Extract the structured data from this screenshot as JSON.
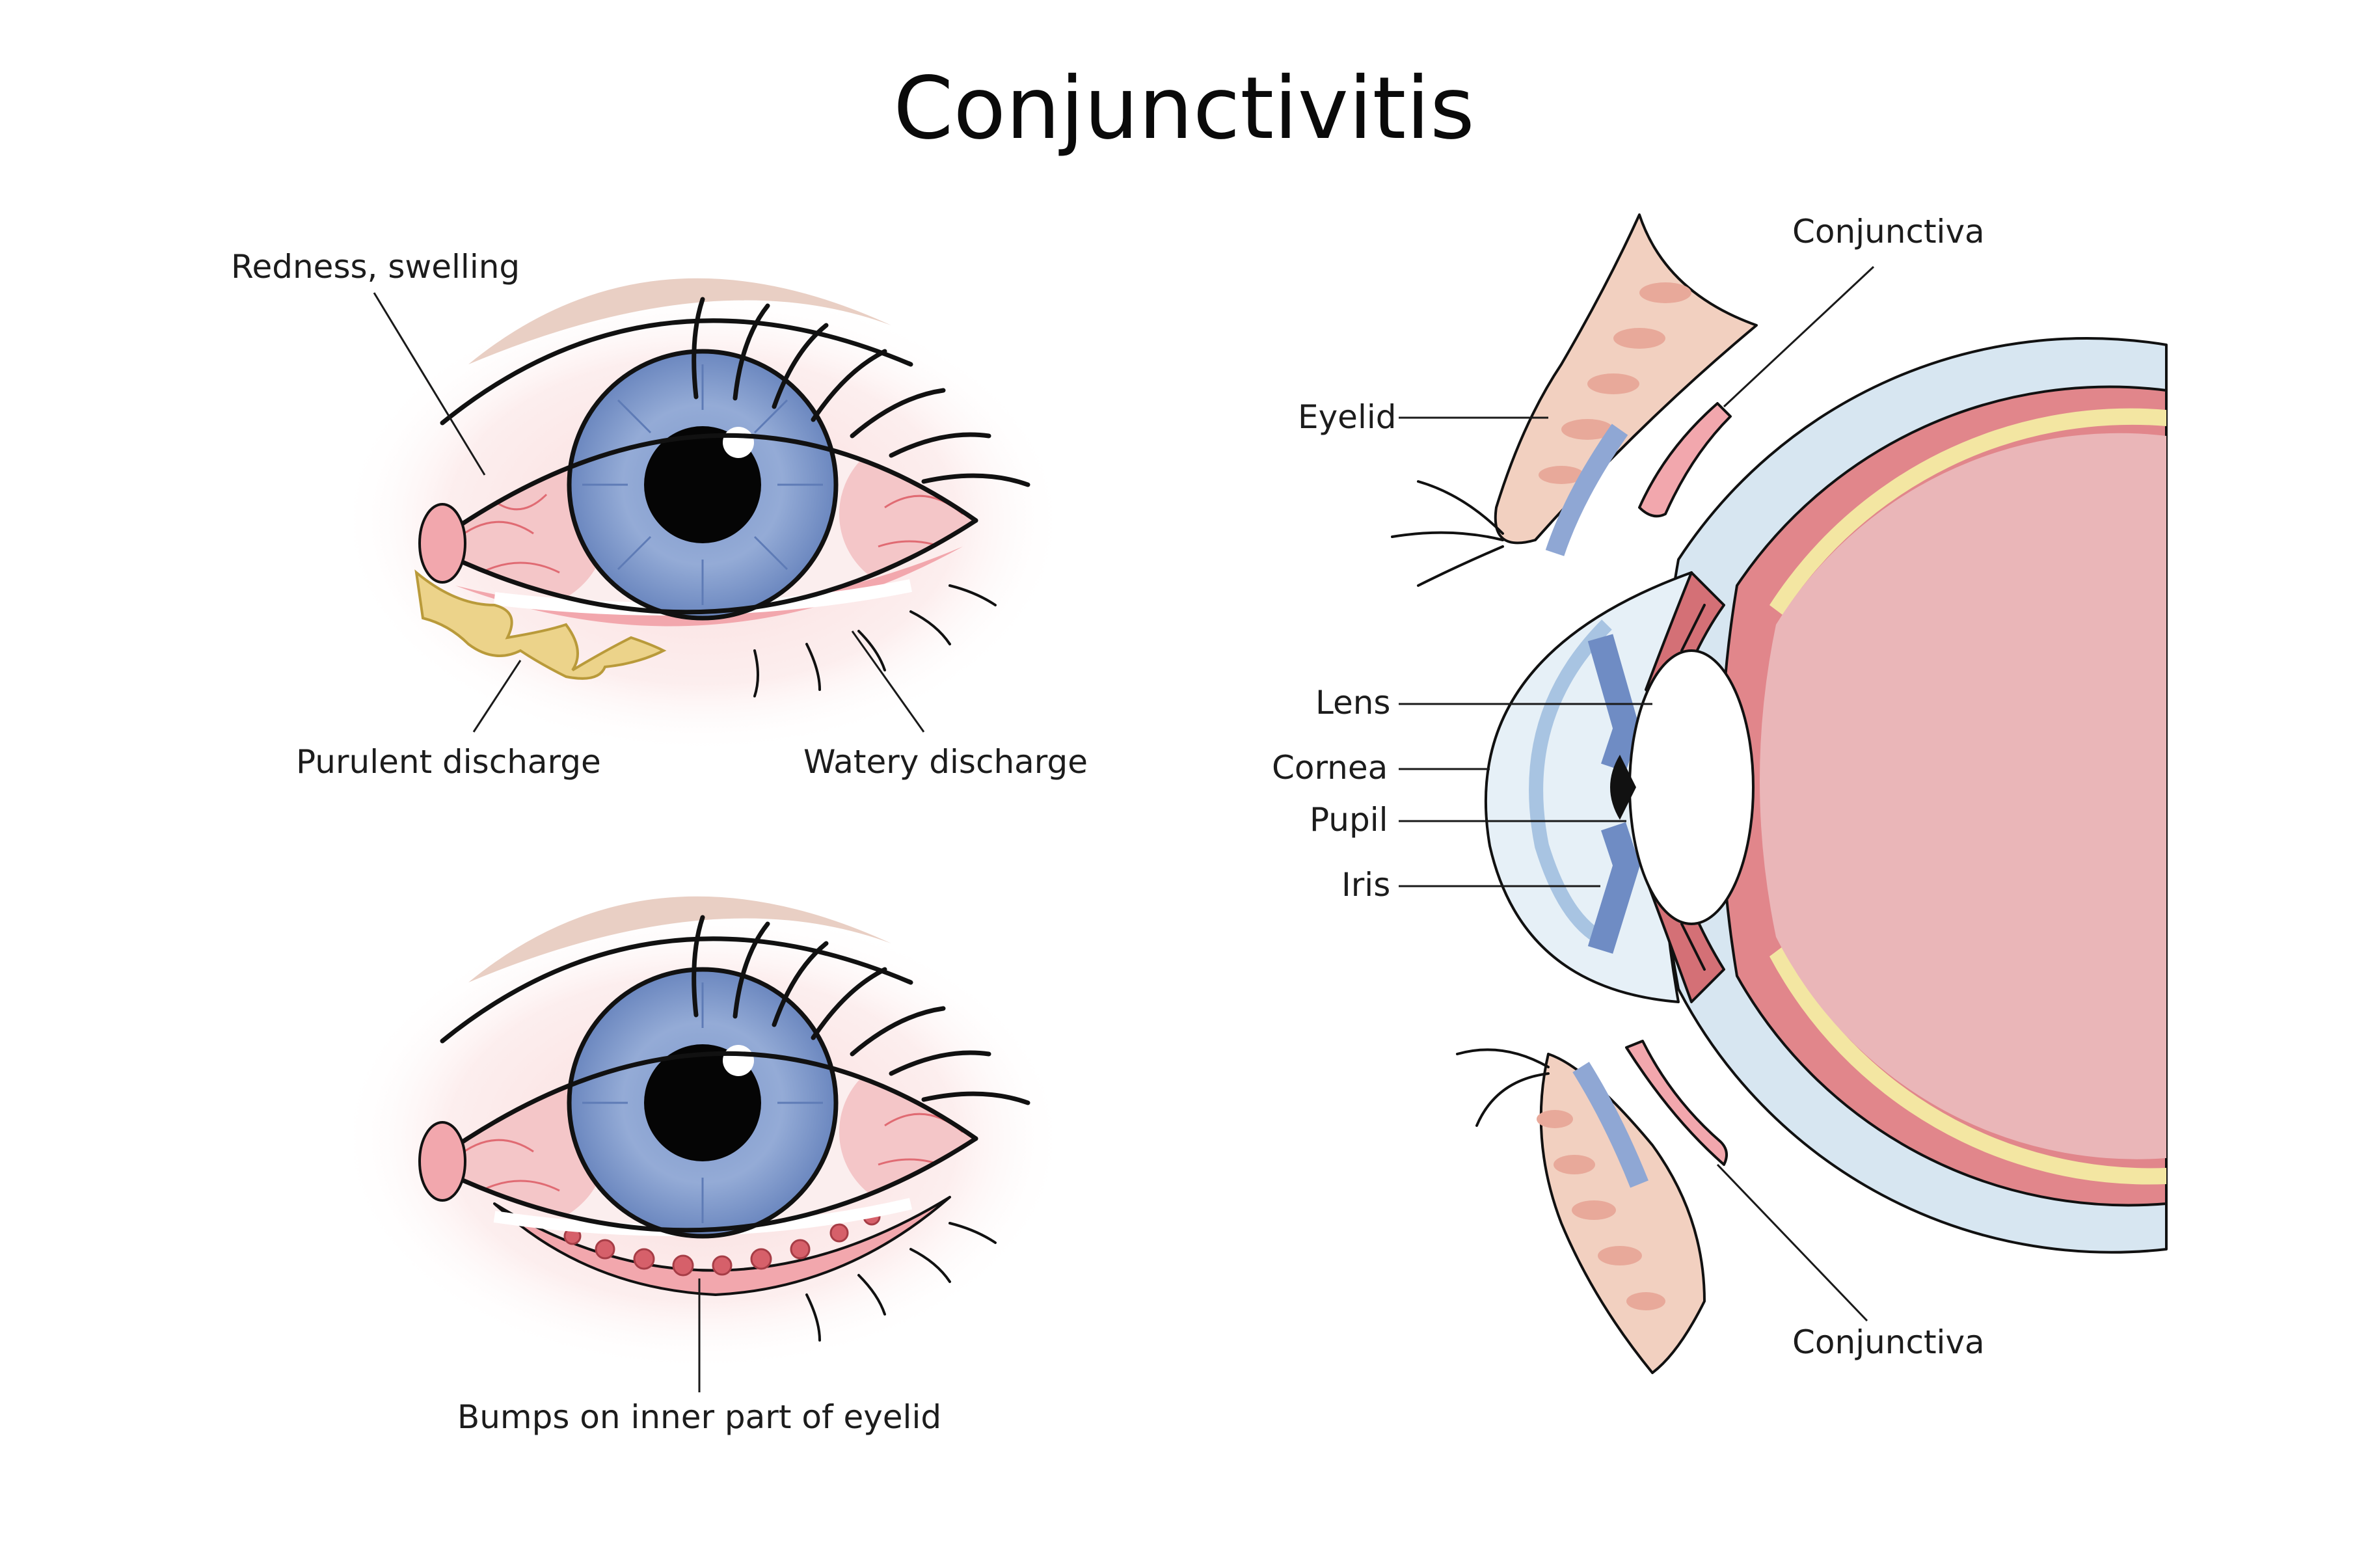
{
  "title": "Conjunctivitis",
  "labels": {
    "redness": "Redness, swelling",
    "purulent": "Purulent discharge",
    "watery": "Watery discharge",
    "bumps": "Bumps on inner part of eyelid",
    "conjunctiva_top": "Conjunctiva",
    "eyelid": "Eyelid",
    "lens": "Lens",
    "cornea": "Cornea",
    "pupil": "Pupil",
    "iris": "Iris",
    "conjunctiva_bottom": "Conjunctiva"
  },
  "colors": {
    "iris": "#8fa7d4",
    "iris_dark": "#6f8cc4",
    "sclera_red": "#f4c6c8",
    "eyelid_pink": "#f2a7ad",
    "pus": "#ecd38a",
    "eyeball_inner": "#eab6b8",
    "sclera_layer": "#d7e6f1",
    "retina_yellow": "#f3e6a2",
    "choroid": "#e1868b",
    "brow_skin": "#e9cfc4"
  }
}
